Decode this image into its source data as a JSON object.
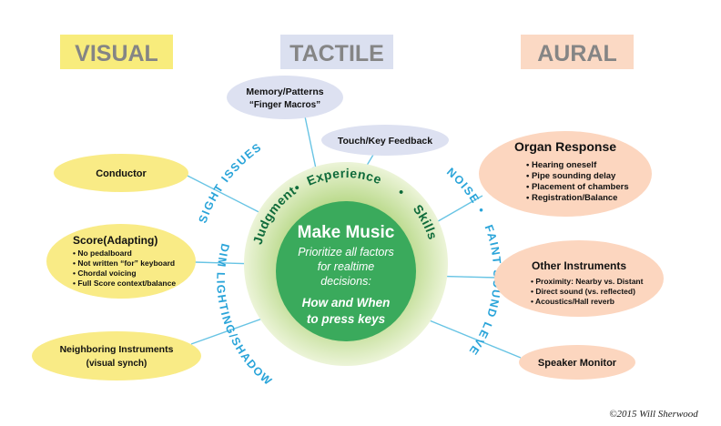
{
  "headers": {
    "visual": "VISUAL",
    "tactile": "TACTILE",
    "aural": "AURAL"
  },
  "center": {
    "title": "Make Music",
    "lines": [
      "Prioritize all factors",
      "for realtime",
      "decisions:"
    ],
    "emphasis": [
      "How and When",
      "to press keys"
    ]
  },
  "ring": {
    "judgment": "Judgment",
    "experience": "Experience",
    "skills": "Skills",
    "dot": "•"
  },
  "side_labels": {
    "sight_issues": "SIGHT ISSUES",
    "dim_lighting": "DIM LIGHTING/SHADOWS",
    "noise": "NOISE",
    "dot": "•",
    "faint_sound": "FAINT SOUND LEVEL"
  },
  "tactile": {
    "memory_title": "Memory/Patterns",
    "memory_sub": "“Finger Macros”",
    "touch": "Touch/Key Feedback"
  },
  "visual": {
    "conductor": "Conductor",
    "score_title": "Score(Adapting)",
    "score_items": [
      "No pedalboard",
      "Not written “for” keyboard",
      "Chordal voicing",
      "Full Score context/balance"
    ],
    "neighboring_title": "Neighboring Instruments",
    "neighboring_sub": "(visual synch)"
  },
  "aural": {
    "organ_title": "Organ Response",
    "organ_items": [
      "Hearing oneself",
      "Pipe sounding delay",
      "Placement of chambers",
      "Registration/Balance"
    ],
    "other_title": "Other Instruments",
    "other_items": [
      "Proximity:  Nearby vs. Distant",
      "Direct sound (vs. reflected)",
      "Acoustics/Hall reverb"
    ],
    "speaker": "Speaker Monitor"
  },
  "copyright": "©2015 Will Sherwood",
  "colors": {
    "visual_bg": "#f8ec7c",
    "tactile_bg": "#dbe0f0",
    "aural_bg": "#fbd9c4",
    "yellow_bubble": "#f9eb86",
    "blue_bubble": "#dde1f1",
    "peach_bubble": "#fcd6bf",
    "ring_outer": "#cfe6a0",
    "center_green": "#3aaa5c",
    "connector": "#68c4e4",
    "side_text": "#29a4d9"
  }
}
